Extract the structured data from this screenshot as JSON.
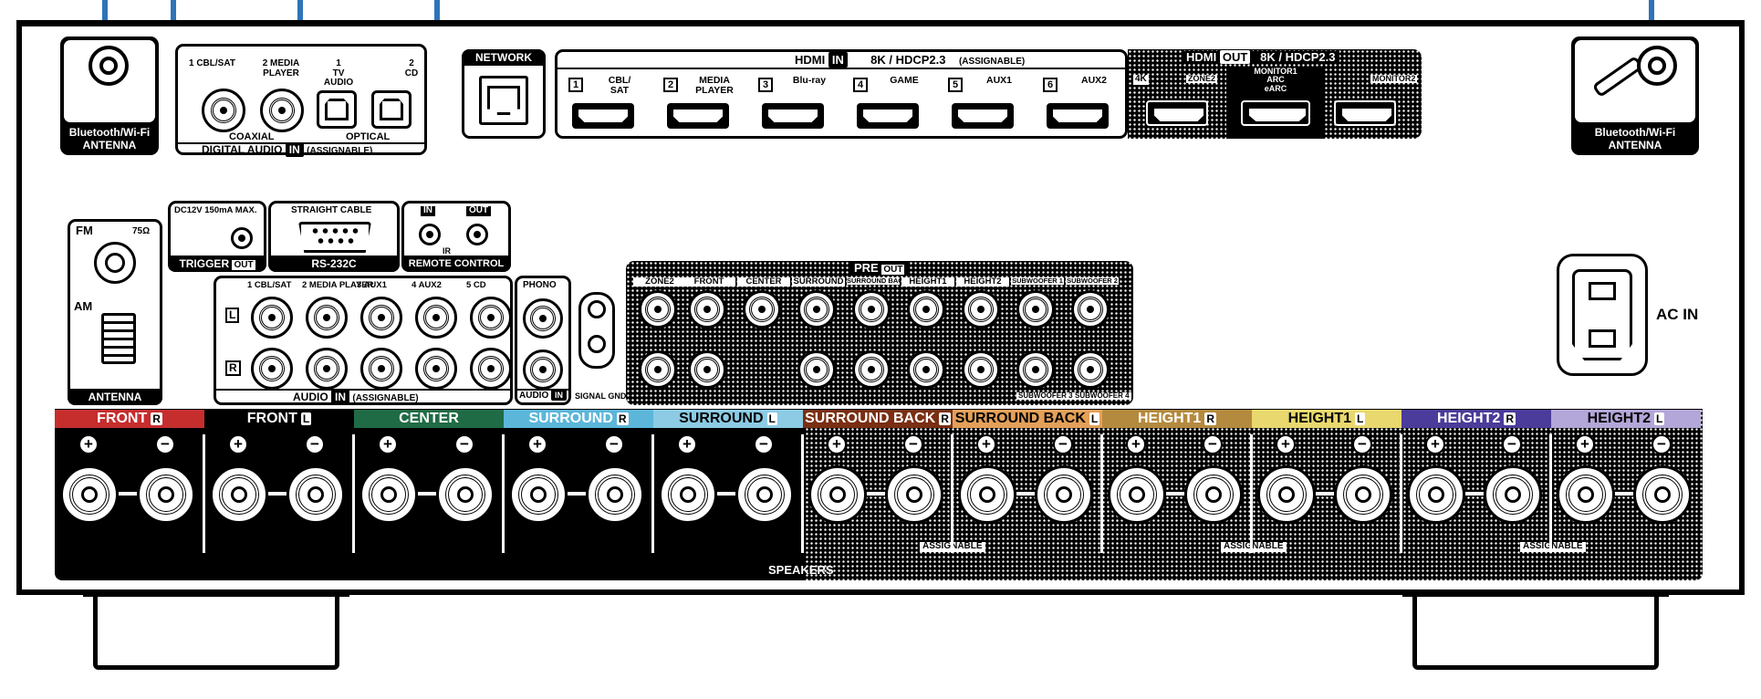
{
  "colors": {
    "chassis": "#000000",
    "cable": "#2e74b8",
    "front_r": "#c62d2d",
    "front_l": "#000000",
    "center": "#1f6b45",
    "surround_r": "#5bb6d9",
    "surround_l": "#8ccbe3",
    "surround_back_r": "#7a2e12",
    "surround_back_l": "#e3a058",
    "height1_r": "#b48a3e",
    "height1_l": "#e9d86e",
    "height2_r": "#4b3b9a",
    "height2_l": "#b3a6d8"
  },
  "antenna": {
    "left_label_line1": "Bluetooth/Wi-Fi",
    "left_label_line2": "ANTENNA",
    "right_label_line1": "Bluetooth/Wi-Fi",
    "right_label_line2": "ANTENNA"
  },
  "digital_audio": {
    "in1": "1 CBL/SAT",
    "in2": "2 MEDIA\nPLAYER",
    "in_tv": "1\nTV\nAUDIO",
    "in_cd": "2\nCD",
    "coaxial": "COAXIAL",
    "optical": "OPTICAL",
    "title": "DIGITAL AUDIO",
    "in_tag": "IN",
    "assignable": "(ASSIGNABLE)"
  },
  "network": {
    "label": "NETWORK"
  },
  "hdmi_in": {
    "label": "HDMI",
    "in_tag": "IN",
    "spec": "8K / HDCP2.3",
    "assignable": "(ASSIGNABLE)",
    "inputs": [
      {
        "num": "1",
        "name": "CBL/\nSAT"
      },
      {
        "num": "2",
        "name": "MEDIA\nPLAYER"
      },
      {
        "num": "3",
        "name": "Blu-ray"
      },
      {
        "num": "4",
        "name": "GAME"
      },
      {
        "num": "5",
        "name": "AUX1"
      },
      {
        "num": "6",
        "name": "AUX2"
      }
    ]
  },
  "hdmi_out": {
    "label": "HDMI",
    "out_tag": "OUT",
    "spec": "8K / HDCP2.3",
    "out_4k": "4K",
    "zone2": "ZONE2",
    "monitor1": "MONITOR1\nARC\neARC",
    "monitor2": "MONITOR2"
  },
  "trigger": {
    "spec": "DC12V 150mA MAX.",
    "label": "TRIGGER",
    "out_tag": "OUT"
  },
  "rs232c": {
    "cable": "STRAIGHT CABLE",
    "label": "RS-232C"
  },
  "remote": {
    "in": "IN",
    "out": "OUT",
    "ir": "IR",
    "label": "REMOTE CONTROL"
  },
  "tuner": {
    "fm": "FM",
    "ohm": "75Ω",
    "am": "AM",
    "label": "ANTENNA"
  },
  "audio_in": {
    "channels": [
      "1 CBL/SAT",
      "2 MEDIA PLAYER",
      "3 AUX1",
      "4 AUX2",
      "5 CD"
    ],
    "left": "L",
    "right": "R",
    "title": "AUDIO",
    "in_tag": "IN",
    "assignable": "(ASSIGNABLE)"
  },
  "phono": {
    "label": "PHONO",
    "title": "AUDIO",
    "in_tag": "IN",
    "gnd": "SIGNAL GND"
  },
  "pre_out": {
    "label": "PRE",
    "out_tag": "OUT",
    "channels": [
      "ZONE2",
      "FRONT",
      "CENTER",
      "SURROUND",
      "SURROUND BACK",
      "HEIGHT1",
      "HEIGHT2",
      "SUBWOOFER 1",
      "SUBWOOFER 2"
    ],
    "sub3": "SUBWOOFER 3",
    "sub4": "SUBWOOFER 4"
  },
  "ac": {
    "label": "AC IN"
  },
  "speakers": {
    "title": "SPEAKERS",
    "assignable": "ASSIGNABLE",
    "plus": "+",
    "minus": "−",
    "channels": [
      {
        "name": "FRONT",
        "side": "R"
      },
      {
        "name": "FRONT",
        "side": "L"
      },
      {
        "name": "CENTER",
        "side": ""
      },
      {
        "name": "SURROUND",
        "side": "R"
      },
      {
        "name": "SURROUND",
        "side": "L"
      },
      {
        "name": "SURROUND BACK",
        "side": "R"
      },
      {
        "name": "SURROUND BACK",
        "side": "L"
      },
      {
        "name": "HEIGHT1",
        "side": "R"
      },
      {
        "name": "HEIGHT1",
        "side": "L"
      },
      {
        "name": "HEIGHT2",
        "side": "R"
      },
      {
        "name": "HEIGHT2",
        "side": "L"
      }
    ]
  }
}
